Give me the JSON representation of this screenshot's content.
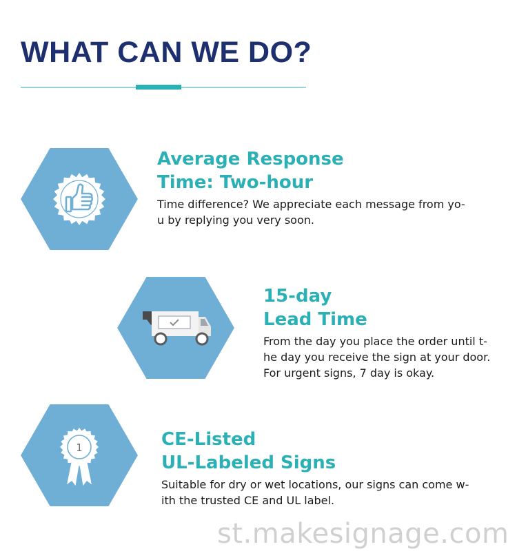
{
  "header": {
    "title": "WHAT CAN WE DO?"
  },
  "colors": {
    "title": "#1d2f6f",
    "accent": "#2bb0b5",
    "hex_fill": "#6fafd6",
    "icon": "#ffffff"
  },
  "features": [
    {
      "icon": "thumbs-up-badge-icon",
      "title_lines": [
        "Average Response",
        "Time: Two-hour"
      ],
      "desc_lines": [
        "Time difference? We appreciate each message from yo-",
        "u by replying you very soon."
      ]
    },
    {
      "icon": "delivery-truck-icon",
      "title_lines": [
        "15-day",
        "Lead Time"
      ],
      "desc_lines": [
        "From the day you place the order until t-",
        "he day you receive the sign at your door.",
        "For urgent signs, 7 day is okay."
      ]
    },
    {
      "icon": "award-ribbon-icon",
      "badge_number": "1",
      "title_lines": [
        "CE-Listed",
        "UL-Labeled Signs"
      ],
      "desc_lines": [
        "Suitable for dry or wet locations, our signs can come w-",
        "ith the trusted CE and UL label."
      ]
    }
  ],
  "watermark": {
    "text": "st.makesignage.com"
  }
}
